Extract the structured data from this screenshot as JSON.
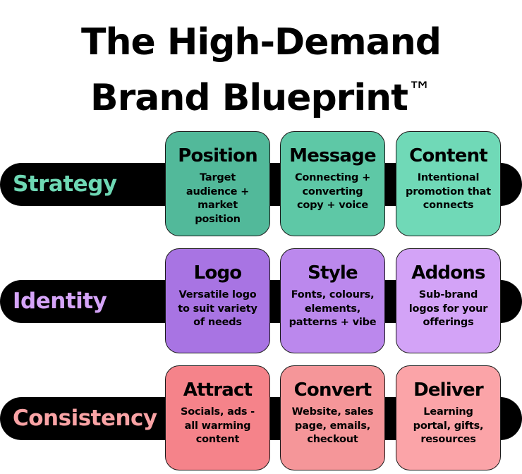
{
  "title": {
    "line1": "The High-Demand",
    "line2": "Brand Blueprint",
    "trademark": "™"
  },
  "rows": [
    {
      "label": "Strategy",
      "label_color": "#6ed8b4",
      "cards": [
        {
          "title": "Position",
          "desc": "Target\naudience +\nmarket\nposition",
          "color": "#52b99a"
        },
        {
          "title": "Message",
          "desc": "Connecting +\nconverting\ncopy + voice",
          "color": "#5ec8a6"
        },
        {
          "title": "Content",
          "desc": "Intentional\npromotion that\nconnects",
          "color": "#70d9b7"
        }
      ]
    },
    {
      "label": "Identity",
      "label_color": "#d5a4f8",
      "cards": [
        {
          "title": "Logo",
          "desc": "Versatile logo\nto suit variety\nof needs",
          "color": "#a874e3"
        },
        {
          "title": "Style",
          "desc": "Fonts, colours,\nelements,\npatterns + vibe",
          "color": "#bb88ed"
        },
        {
          "title": "Addons",
          "desc": "Sub-brand\nlogos for your\nofferings",
          "color": "#d3a3f7"
        }
      ]
    },
    {
      "label": "Consistency",
      "label_color": "#f9a3a5",
      "cards": [
        {
          "title": "Attract",
          "desc": "Socials, ads -\nall warming\ncontent",
          "color": "#f5838a"
        },
        {
          "title": "Convert",
          "desc": "Website, sales\npage, emails,\ncheckout",
          "color": "#f59699"
        },
        {
          "title": "Deliver",
          "desc": "Learning\nportal, gifts,\nresources",
          "color": "#fba4a8"
        }
      ]
    }
  ]
}
